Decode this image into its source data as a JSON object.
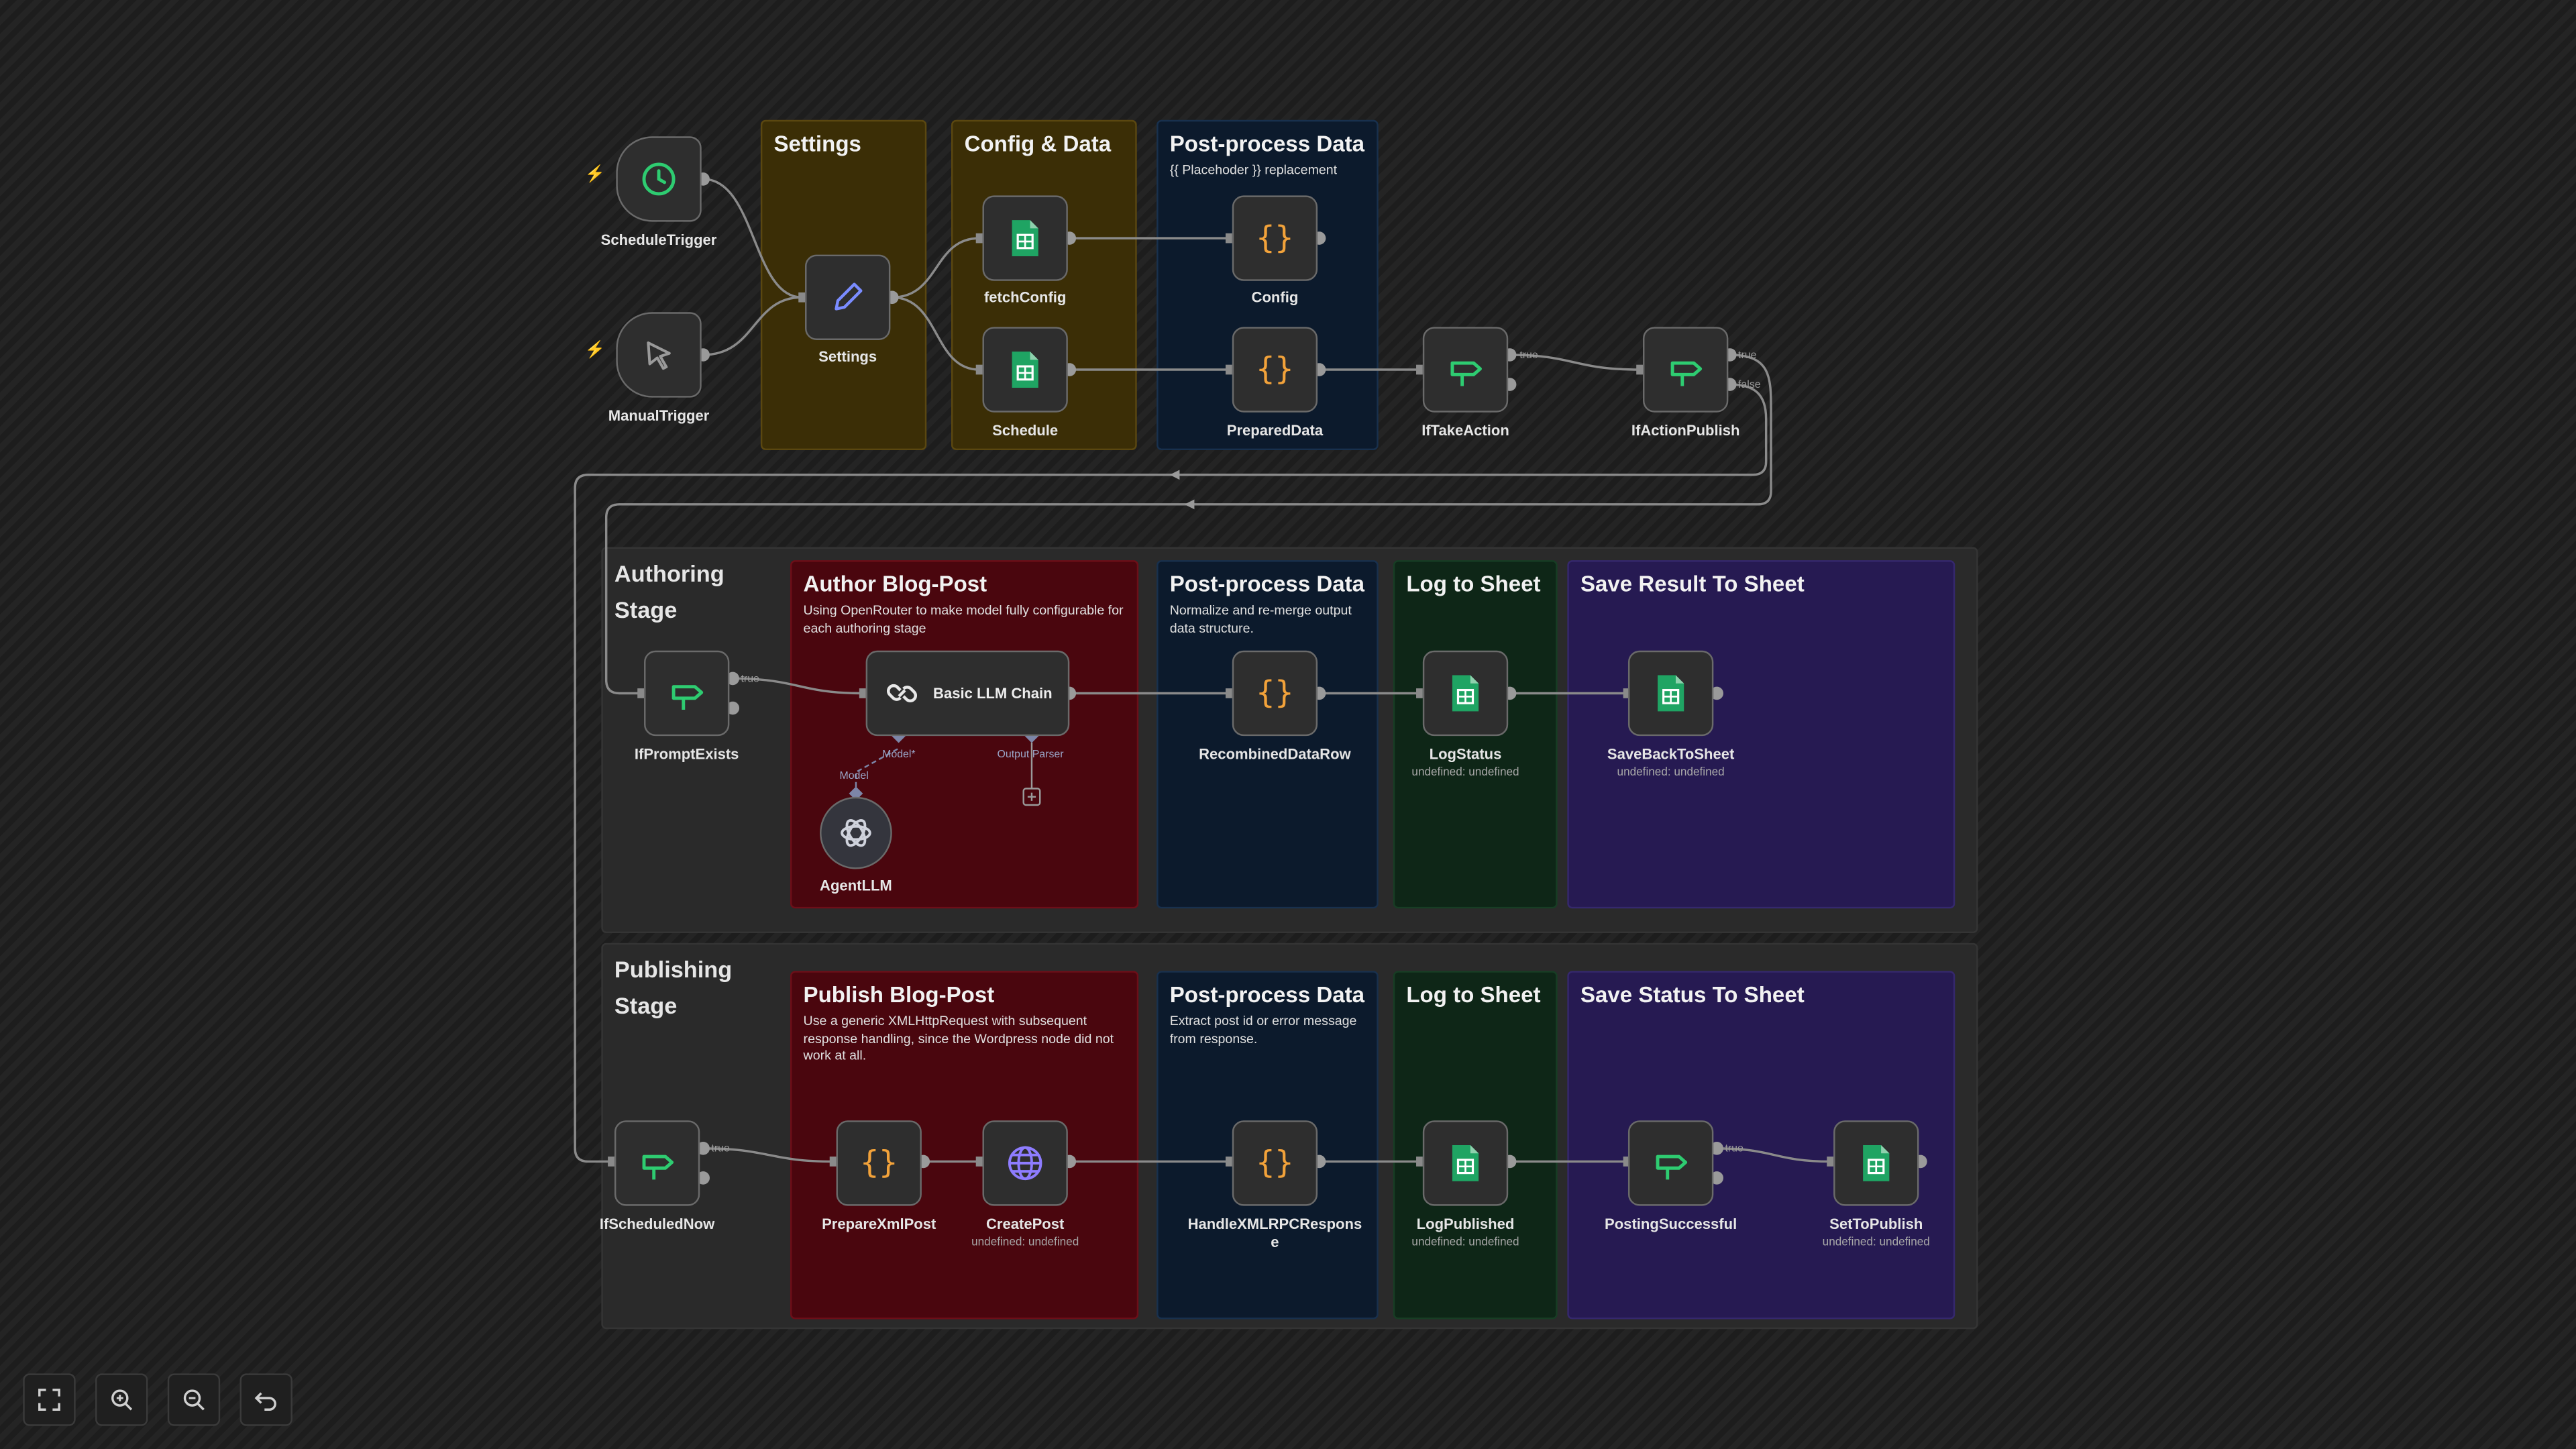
{
  "colors": {
    "sheets": "#1fa463",
    "code": "#f2a23a",
    "if": "#2ecc71",
    "edit": "#7a8cff",
    "http": "#8e7cff",
    "trigger_bolt": "#e74c3c"
  },
  "stages": {
    "authoring": "Authoring Stage",
    "publishing": "Publishing Stage"
  },
  "stickies": {
    "settings": {
      "title": "Settings"
    },
    "config_data": {
      "title": "Config & Data"
    },
    "postprocess_top": {
      "title": "Post-process Data",
      "desc": "{{ Placehoder }} replacement"
    },
    "author": {
      "title": "Author Blog-Post",
      "desc": "Using OpenRouter to make model fully configurable for each authoring stage"
    },
    "postprocess_auth": {
      "title": "Post-process Data",
      "desc": "Normalize and re-merge output data structure."
    },
    "log_auth": {
      "title": "Log to Sheet"
    },
    "save_result": {
      "title": "Save Result To Sheet"
    },
    "publish": {
      "title": "Publish Blog-Post",
      "desc": "Use a generic XMLHttpRequest with subsequent response handling, since the Wordpress node did not work at all."
    },
    "postprocess_pub": {
      "title": "Post-process Data",
      "desc": "Extract post id or error message from response."
    },
    "log_pub": {
      "title": "Log to Sheet"
    },
    "save_status": {
      "title": "Save Status To Sheet"
    }
  },
  "nodes": {
    "schedule_trigger": {
      "label": "ScheduleTrigger",
      "icon": "clock-icon"
    },
    "manual_trigger": {
      "label": "ManualTrigger",
      "icon": "cursor-icon"
    },
    "settings": {
      "label": "Settings",
      "icon": "pencil-icon"
    },
    "fetch_config": {
      "label": "fetchConfig",
      "icon": "sheets-icon"
    },
    "schedule": {
      "label": "Schedule",
      "icon": "sheets-icon"
    },
    "config": {
      "label": "Config",
      "icon": "code-icon"
    },
    "prepared_data": {
      "label": "PreparedData",
      "icon": "code-icon"
    },
    "if_take_action": {
      "label": "IfTakeAction",
      "icon": "if-icon"
    },
    "if_action_publish": {
      "label": "IfActionPublish",
      "icon": "if-icon"
    },
    "if_prompt_exists": {
      "label": "IfPromptExists",
      "icon": "if-icon"
    },
    "basic_llm_chain": {
      "label": "Basic LLM Chain",
      "icon": "link-icon",
      "model_port": "Model*",
      "output_port": "Output Parser"
    },
    "agent_llm": {
      "label": "AgentLLM",
      "icon": "openai-icon",
      "port": "Model"
    },
    "recombined": {
      "label": "RecombinedDataRow",
      "icon": "code-icon"
    },
    "log_status": {
      "label": "LogStatus",
      "sub": "undefined: undefined",
      "icon": "sheets-icon"
    },
    "save_back": {
      "label": "SaveBackToSheet",
      "sub": "undefined: undefined",
      "icon": "sheets-icon"
    },
    "if_scheduled_now": {
      "label": "IfScheduledNow",
      "icon": "if-icon"
    },
    "prepare_xml": {
      "label": "PrepareXmlPost",
      "icon": "code-icon"
    },
    "create_post": {
      "label": "CreatePost",
      "sub": "undefined: undefined",
      "icon": "globe-icon"
    },
    "handle_xmlrpc": {
      "label": "HandleXMLRPCRespons\ne",
      "icon": "code-icon"
    },
    "log_published": {
      "label": "LogPublished",
      "sub": "undefined: undefined",
      "icon": "sheets-icon"
    },
    "posting_successful": {
      "label": "PostingSuccessful",
      "icon": "if-icon"
    },
    "set_to_publish": {
      "label": "SetToPublish",
      "sub": "undefined: undefined",
      "icon": "sheets-icon"
    }
  },
  "edge_labels": {
    "true": "true",
    "false": "false"
  },
  "controls": [
    {
      "name": "fit-view-button",
      "icon": "fullscreen-icon"
    },
    {
      "name": "zoom-in-button",
      "icon": "zoom-in-icon"
    },
    {
      "name": "zoom-out-button",
      "icon": "zoom-out-icon"
    },
    {
      "name": "undo-button",
      "icon": "undo-icon"
    }
  ]
}
